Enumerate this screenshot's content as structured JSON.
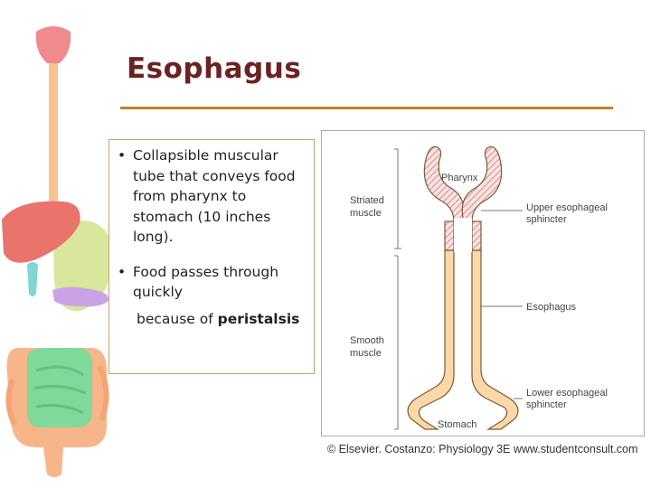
{
  "slide": {
    "title": "Esophagus",
    "bullets": [
      {
        "marker": "•",
        "lines": [
          "Collapsible muscular",
          "tube that conveys food",
          "from pharynx to",
          "stomach (10 inches",
          "long)."
        ]
      },
      {
        "marker": "•",
        "lines": [
          "Food passes through",
          "quickly"
        ]
      }
    ],
    "continuation": {
      "prefix": "because of ",
      "bold": "peristalsis"
    },
    "colors": {
      "title": "#6b2222",
      "rule": "#d07a28",
      "textbox_border": "#c9a06a"
    }
  },
  "figure": {
    "labels": {
      "pharynx": "Pharynx",
      "striated_line1": "Striated",
      "striated_line2": "muscle",
      "smooth_line1": "Smooth",
      "smooth_line2": "muscle",
      "ues_line1": "Upper esophageal",
      "ues_line2": "sphincter",
      "esophagus": "Esophagus",
      "les_line1": "Lower esophageal",
      "les_line2": "sphincter",
      "stomach": "Stomach"
    },
    "credit": "© Elsevier. Costanzo: Physiology 3E www.studentconsult.com"
  },
  "body_illustration": {
    "icon": "digestive-system-icon",
    "colors": {
      "tongue": "#f08a8f",
      "esophagus": "#f7c48f",
      "liver": "#e8746c",
      "stomach": "#d9e79c",
      "gallbladder": "#7fd6d3",
      "pancreas": "#c9a3e6",
      "small_intestine": "#7fd99a",
      "large_intestine": "#f7b58a"
    }
  }
}
